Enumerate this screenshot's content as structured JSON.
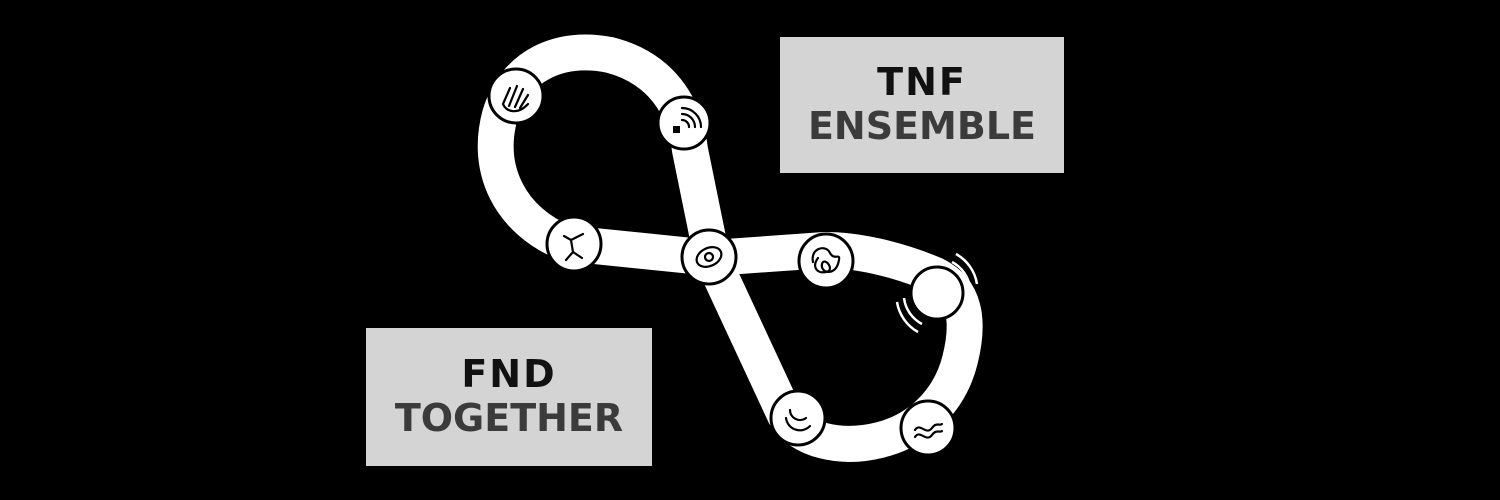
{
  "banner": {
    "background": "#000000",
    "loop_color": "#ffffff",
    "box_color": "#d4d4d4",
    "text_dark": "#111111",
    "text_grey": "#3b3b3b"
  },
  "top_box": {
    "line1": "TNF",
    "line2": "ENSEMBLE"
  },
  "bottom_box": {
    "line1": "FND",
    "line2": "TOGETHER"
  },
  "nodes": [
    {
      "icon": "hand-icon"
    },
    {
      "icon": "wifi-icon"
    },
    {
      "icon": "stick-figure-icon"
    },
    {
      "icon": "eye-icon"
    },
    {
      "icon": "tangle-icon"
    },
    {
      "icon": "vibration-icon"
    },
    {
      "icon": "ripple-icon"
    },
    {
      "icon": "wave-icon"
    }
  ]
}
